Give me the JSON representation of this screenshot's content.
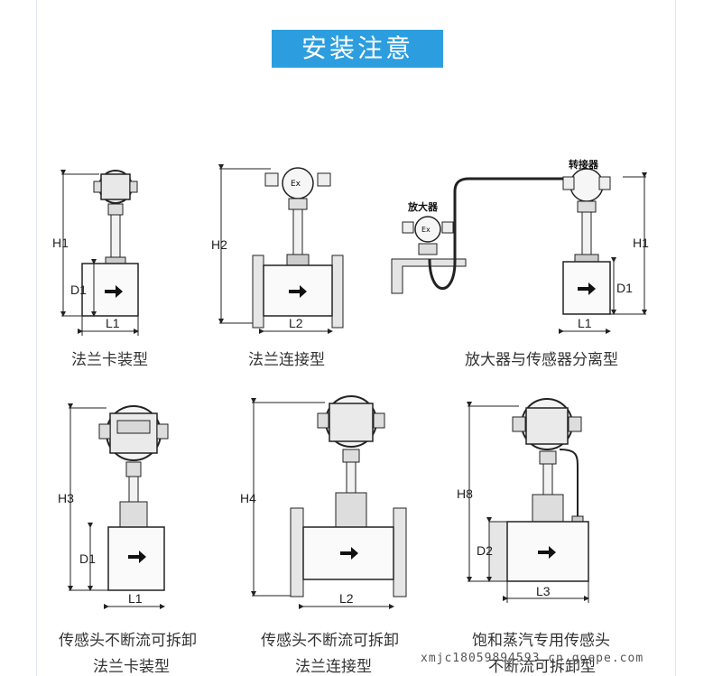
{
  "header": {
    "title": "安装注意"
  },
  "figures": [
    {
      "caption": [
        "法兰卡装型"
      ],
      "dims": [
        "H1",
        "D1",
        "L1"
      ]
    },
    {
      "caption": [
        "法兰连接型"
      ],
      "dims": [
        "H2",
        "L2"
      ]
    },
    {
      "caption": [
        "放大器与传感器分离型"
      ],
      "dims": [
        "H1",
        "D1",
        "L1"
      ],
      "labels": [
        "放大器",
        "转接器"
      ]
    },
    {
      "caption": [
        "传感头不断流可拆卸",
        "法兰卡装型"
      ],
      "dims": [
        "H3",
        "D1",
        "L1"
      ]
    },
    {
      "caption": [
        "传感头不断流可拆卸",
        "法兰连接型"
      ],
      "dims": [
        "H4",
        "L2"
      ]
    },
    {
      "caption": [
        "饱和蒸汽专用传感头",
        "不断流可拆卸型"
      ],
      "dims": [
        "H8",
        "D2",
        "L3"
      ]
    }
  ],
  "device_marks": {
    "ex": "Ex"
  },
  "watermark": "xmjc18059894593.cn.goepe.com"
}
